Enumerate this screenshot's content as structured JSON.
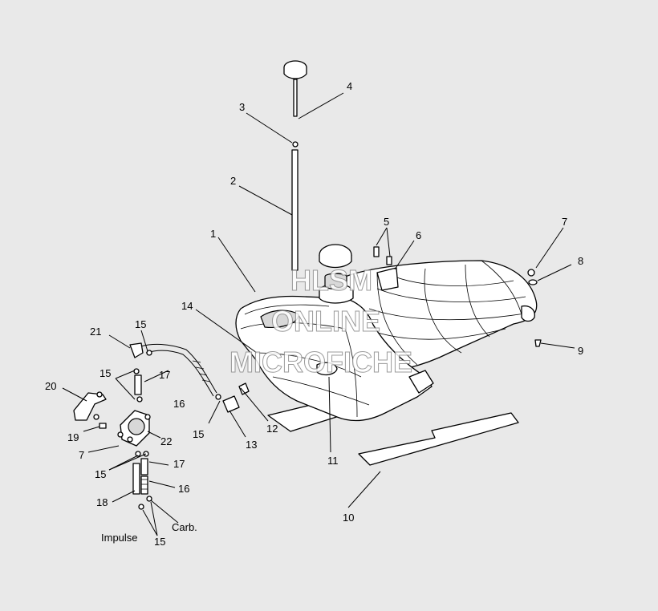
{
  "diagram": {
    "background": "#e9e9e9",
    "callouts": {
      "c1": "1",
      "c2": "2",
      "c3": "3",
      "c4": "4",
      "c5": "5",
      "c6": "6",
      "c7a": "7",
      "c7b": "7",
      "c8": "8",
      "c9": "9",
      "c10": "10",
      "c11": "11",
      "c12": "12",
      "c13": "13",
      "c14": "14",
      "c15a": "15",
      "c15b": "15",
      "c15c": "15",
      "c15d": "15",
      "c15e": "15",
      "c16a": "16",
      "c16b": "16",
      "c17a": "17",
      "c17b": "17",
      "c18": "18",
      "c19": "19",
      "c20": "20",
      "c21": "21",
      "c22": "22"
    },
    "labels": {
      "impulse": "Impulse",
      "carb": "Carb."
    },
    "watermark": {
      "line1": "HLSM",
      "line2": "ONLINE",
      "line3": "MICROFICHE"
    }
  }
}
